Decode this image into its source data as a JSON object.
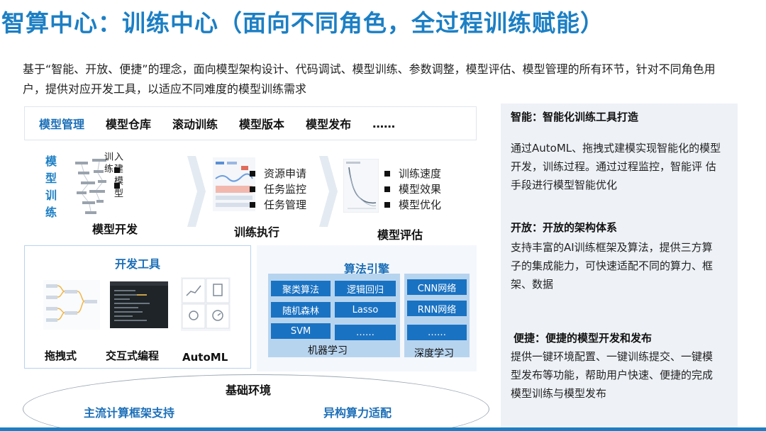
{
  "title": "智算中心：训练中心（面向不同角色，全过程训练赋能）",
  "intro": "基于“智能、开放、便捷”的理念，面向模型架构设计、代码调试、模型训练、参数调整，模型评估、模型管理的所有环节，针对不同角色用户，提供对应开发工具，以适应不同难度的模型训练需求",
  "tabs": [
    "模型管理",
    "模型仓库",
    "滚动训练",
    "模型版本",
    "模型发布",
    "……"
  ],
  "training": {
    "side_label": [
      "模",
      "型",
      "训",
      "练"
    ],
    "dev_vertical": "入 建 模 型 训 练",
    "stages": [
      {
        "name": "模型开发",
        "items": [
          "",
          ""
        ]
      },
      {
        "name": "训练执行",
        "items": [
          "资源申请",
          "任务监控",
          "任务管理"
        ]
      },
      {
        "name": "模型评估",
        "items": [
          "训练速度",
          "模型效果",
          "模型优化"
        ]
      }
    ]
  },
  "dev_tools": {
    "title": "开发工具",
    "tools": [
      "拖拽式",
      "交互式编程",
      "AutoML"
    ]
  },
  "algo_engine": {
    "title": "算法引擎",
    "ml": [
      "聚类算法",
      "逻辑回归",
      "随机森林",
      "Lasso",
      "SVM",
      "……"
    ],
    "dl": [
      "CNN网络",
      "RNN网络",
      "……"
    ],
    "ml_caption": "机器学习",
    "dl_caption": "深度学习"
  },
  "base": {
    "title": "基础环境",
    "items": [
      "主流计算框架支持",
      "异构算力适配"
    ]
  },
  "features": [
    {
      "head": "智能：智能化训练工具打造",
      "body": "通过AutoML、拖拽式建模实现智能化的模型开发，训练过程。通过过程监控，智能评 估手段进行模型智能优化"
    },
    {
      "head": "开放：开放的架构体系",
      "body": "支持丰富的AI训练框架及算法，提供三方算 子的集成能力，可快速适配不同的算力、框 架、数据"
    },
    {
      "head": "便捷：便捷的模型开发和发布",
      "body": "提供一键环境配置、一键训练提交、一键模 型发布等功能，帮助用户快速、便捷的完成 模型训练与模型发布"
    }
  ],
  "colors": {
    "accent": "#1c7fc4",
    "button": "#1a72c2",
    "panel": "#eef2f7"
  }
}
